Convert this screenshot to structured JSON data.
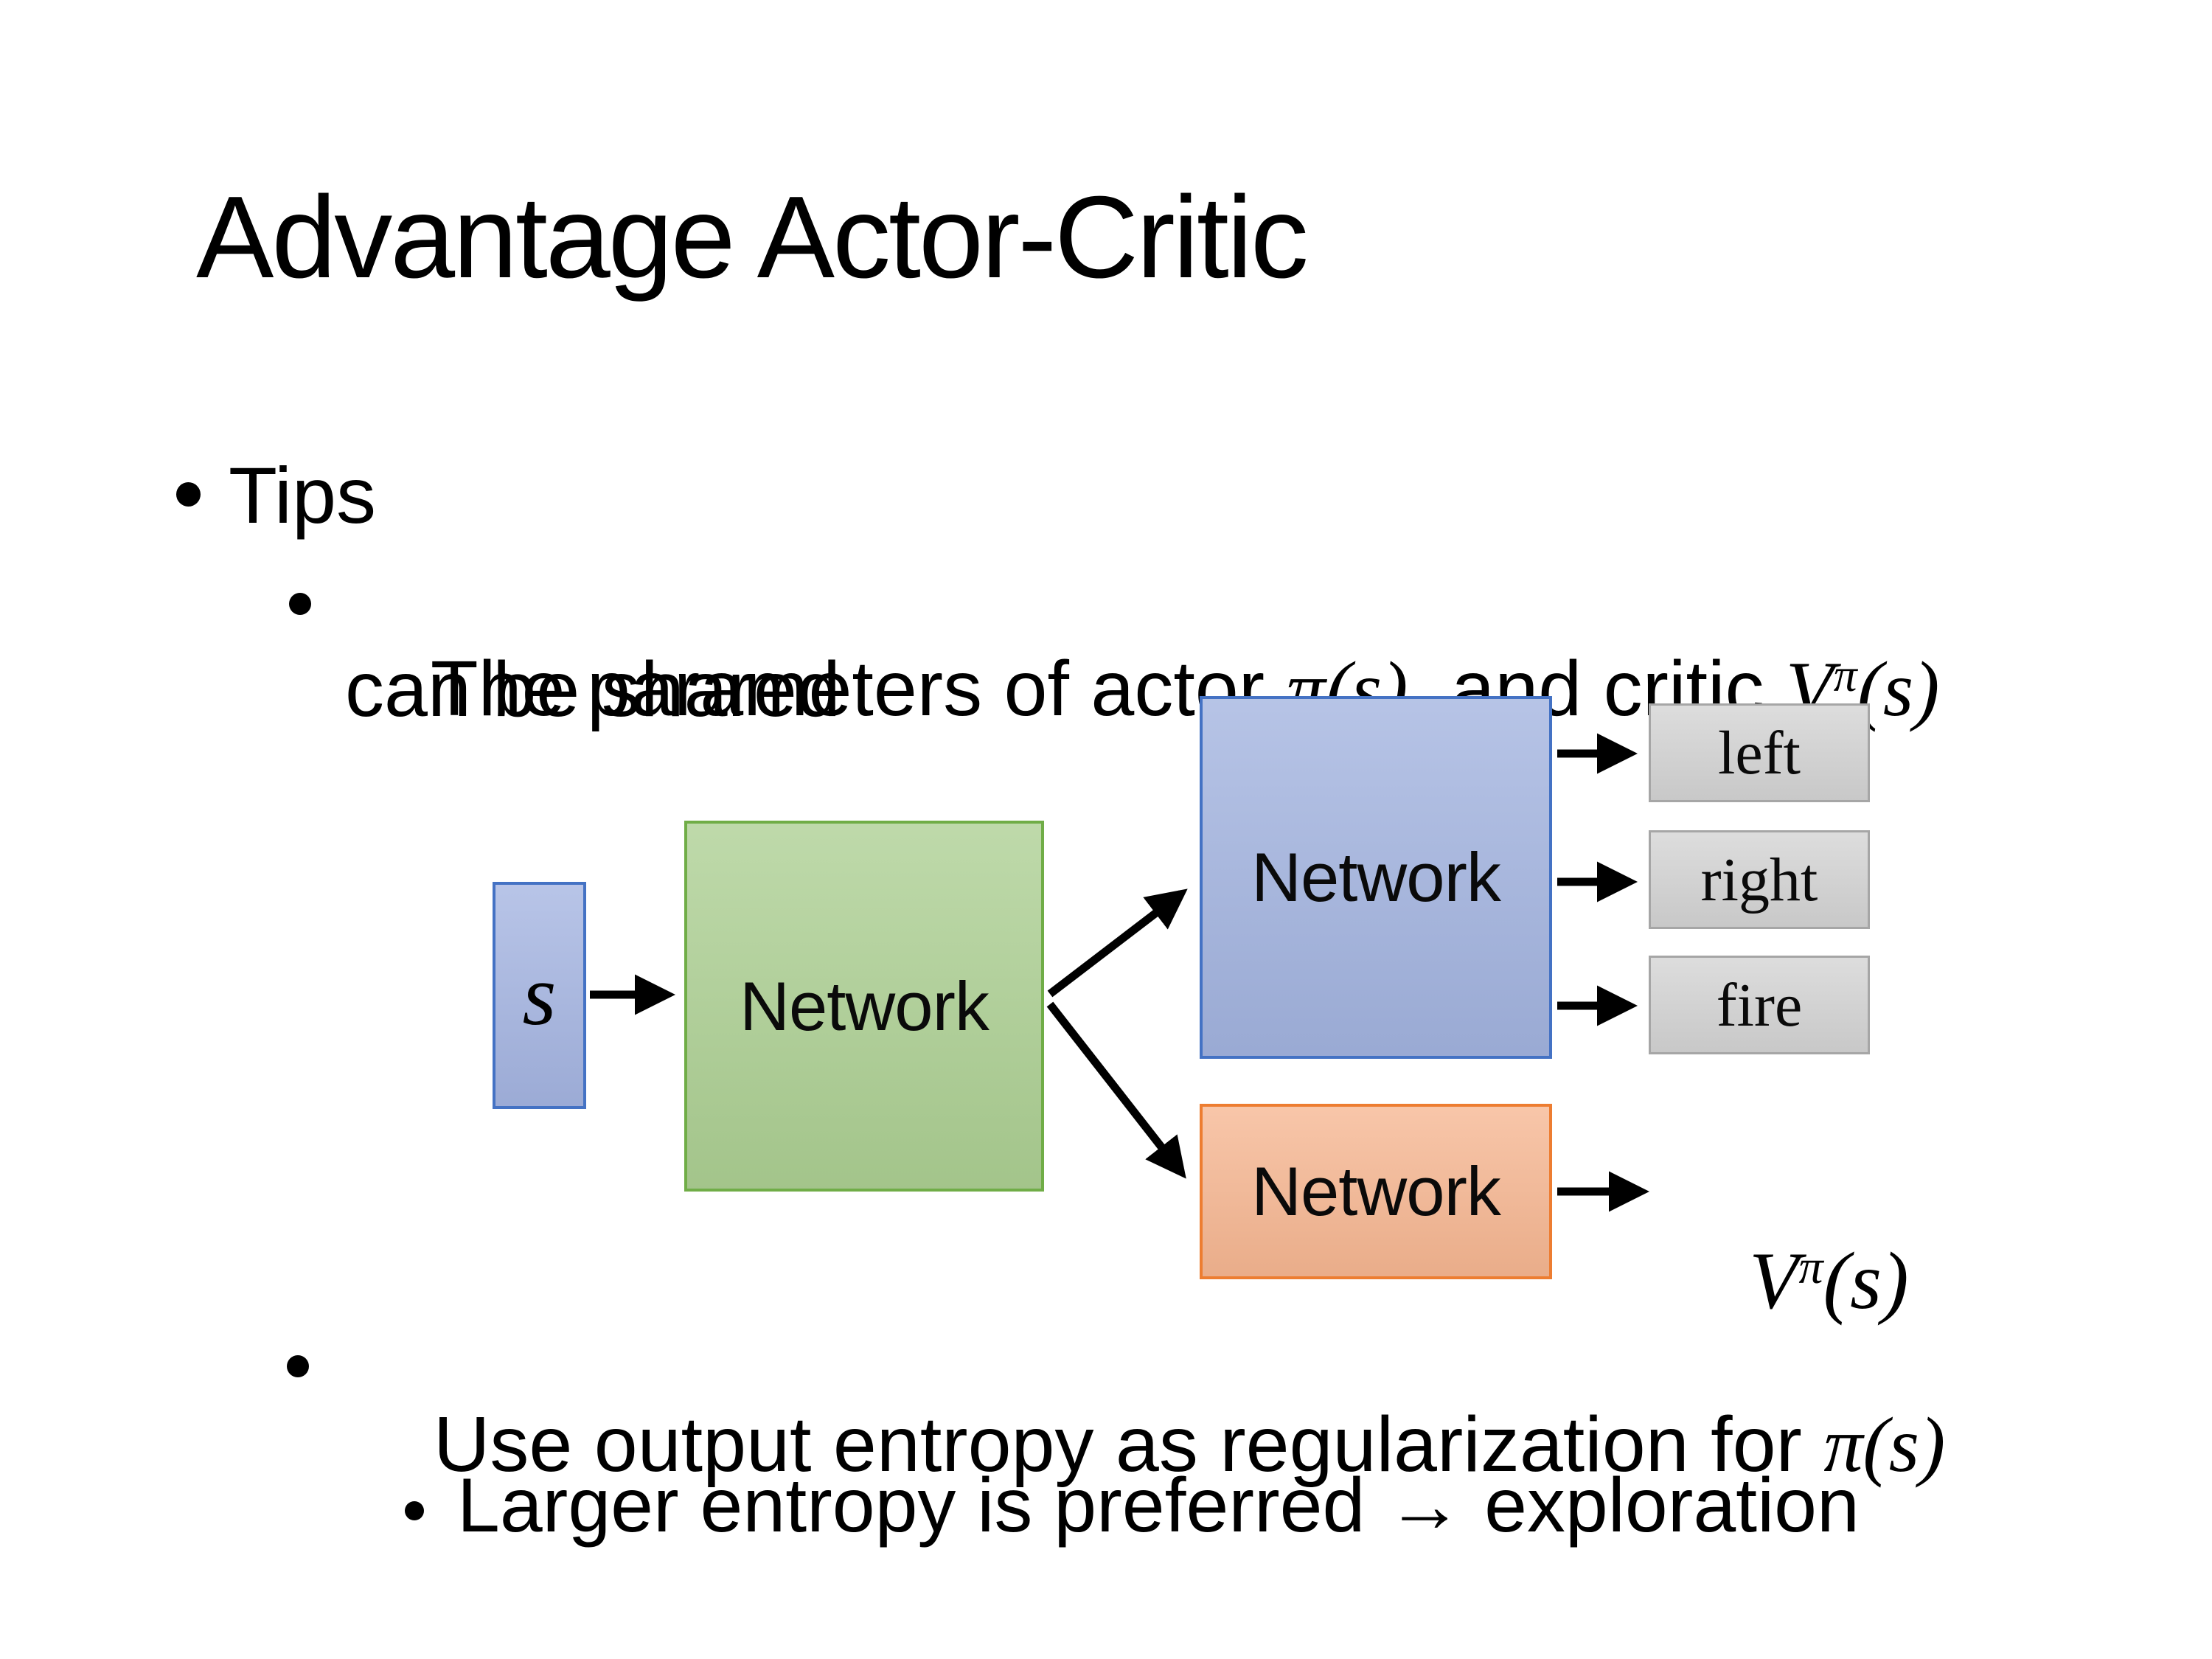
{
  "title": "Advantage Actor-Critic",
  "bullets": {
    "tips": "Tips",
    "shared": {
      "prefix": "The parameters of actor ",
      "actor_math": "π(s)",
      "mid": "  and critic ",
      "critic_base": "V",
      "critic_sup": "π",
      "critic_args": "(s)",
      "line2": "can be shared"
    },
    "entropy": {
      "prefix": "Use output entropy as regularization for ",
      "math": "π(s)"
    },
    "exploration": "Larger entropy is preferred → exploration"
  },
  "diagram": {
    "input_label": "s",
    "shared_network_label": "Network",
    "actor_network_label": "Network",
    "critic_network_label": "Network",
    "actions": [
      "left",
      "right",
      "fire"
    ],
    "critic_output": {
      "base": "V",
      "sup": "π",
      "args": "(s)"
    }
  },
  "colors": {
    "state_box_fill": "#A4B4E1",
    "state_box_border": "#4472C4",
    "shared_network_fill": "#ACCF92",
    "shared_network_border": "#70AD47",
    "actor_network_fill": "#A2B3DF",
    "actor_network_border": "#4472C4",
    "critic_network_fill": "#F6B691",
    "critic_network_border": "#ED7D31",
    "action_box_fill": "#D3D3D3",
    "action_box_border": "#A6A6A6",
    "ink": "#000000"
  }
}
